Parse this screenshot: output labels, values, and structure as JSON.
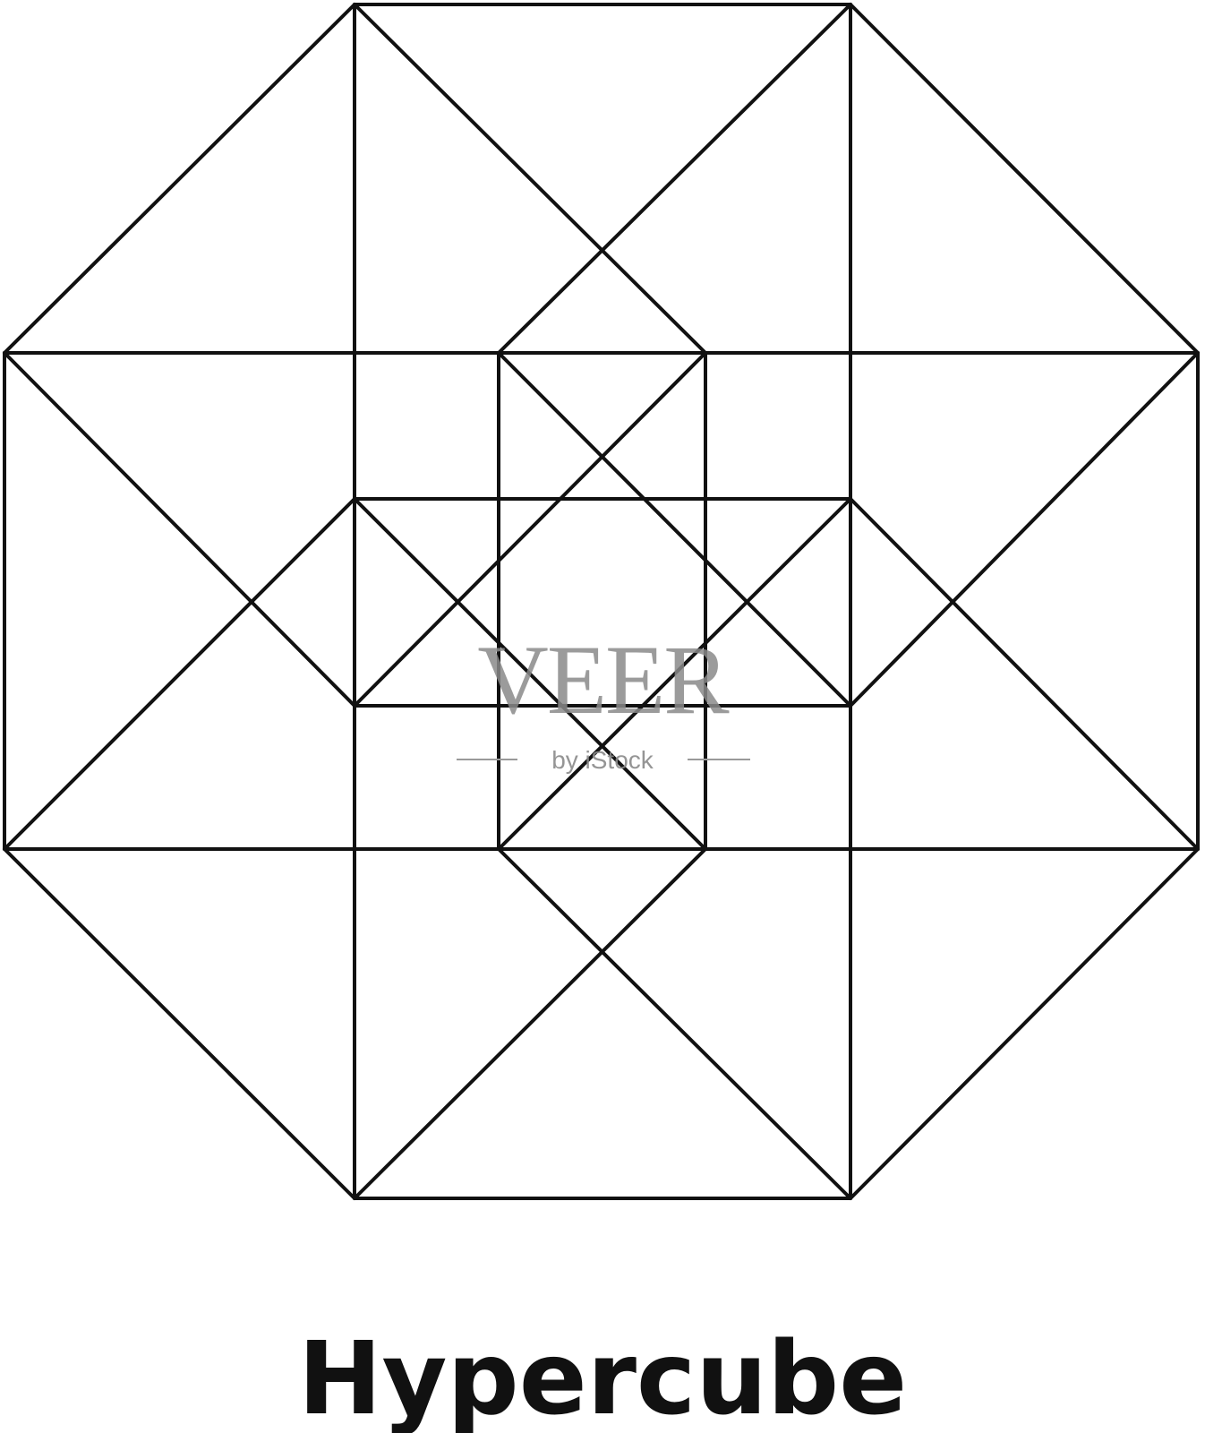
{
  "diagram": {
    "title": "Hypercube",
    "line_color": "#111111",
    "background": "#ffffff"
  },
  "watermark": {
    "brand": "VEER",
    "byline": "by iStock",
    "color": "#8a8a8a"
  }
}
